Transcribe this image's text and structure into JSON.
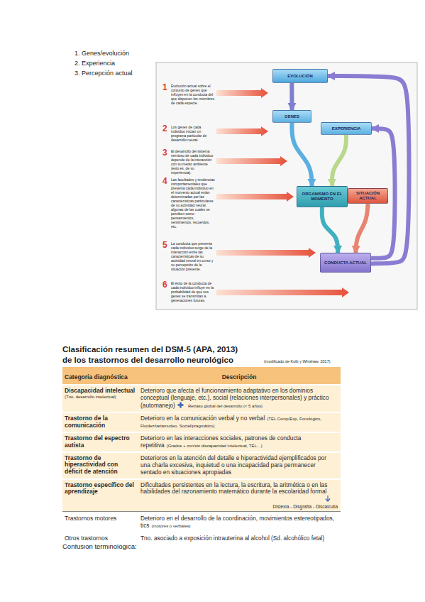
{
  "diagram": {
    "nodes": [
      {
        "text": [
          "EVOLUCIÓN"
        ]
      },
      {
        "text": [
          "GENES"
        ]
      },
      {
        "text": [
          "EXPERIENCIA"
        ]
      },
      {
        "text": [
          "ORGANISMO EN EL MOMENTO"
        ]
      },
      {
        "text": [
          "SITUACIÓN ACTUAL"
        ]
      },
      {
        "text": [
          "CONDUCTA ACTUAL"
        ]
      }
    ],
    "edges": [
      {
        "from": 0,
        "to": 1,
        "arrow": "to"
      },
      {
        "from": 1,
        "to": 3,
        "arrow": "to"
      },
      {
        "from": 2,
        "to": 3,
        "arrow": "to"
      },
      {
        "from": 3,
        "to": 5,
        "arrow": "to"
      },
      {
        "from": 4,
        "to": 5,
        "arrow": "to"
      },
      {
        "from": 5,
        "to": 0,
        "arrow": "to"
      },
      {
        "from": 5,
        "to": 2,
        "arrow": "to"
      }
    ],
    "labels": [
      "1. Genes/evolución",
      "2. Experiencia",
      "3. Percepción actual",
      "1",
      "Evolución actual sobre el conjunto de genes que influyen en la conducta del que disponen los miembros de cada especie.",
      "2",
      "Los genes de cada individuo inician un programa particular de desarrollo neural.",
      "3",
      "El desarrollo del sistema nervioso de cada individuo depende de la interacción con su medio ambiente (esto es, de su experiencia).",
      "4",
      "Las facultades y tendencias comportamentales que presenta cada individuo en el momento actual están determinadas por las características particulares de su actividad neural, algunas de las cuales se perciben como pensamientos, sentimientos, recuerdos, etc.",
      "5",
      "La conducta que presenta cada individuo surge de la interacción entre las características de su actividad neural en curso y su percepción de la situación presente.",
      "6",
      "El éxito de la conducta de cada individuo influye en la probabilidad de que sus genes se transmitan a generaciones futuras.",
      "Clasificación resumen del DSM-5 (APA, 2013)",
      "de los trastornos del desarrollo neurológico",
      "(modificado de Kolb y Whishaw, 2017)",
      "Categoría diagnóstica",
      "Descripción",
      "Discapacidad intelectual",
      "(Tno. desarrollo intelectual)",
      "Deterioro que afecta el funcionamiento adaptativo en los dominios conceptual (lenguaje, etc.), social (relaciones interpersonales) y práctico (automanejo)",
      "Retraso global del desarrollo (< 5 años)",
      "Trastorno de la comunicación",
      "Deterioro en la comunicación verbal y no verbal",
      "(TEL Comp/Exp, Fonológico, Fluidez/tartamudeo, Social/pragmático)",
      "Trastorno del espectro autista",
      "Deterioro en las interacciones sociales, patrones de conducta repetitiva",
      "(Grados + con/sin discapacidad intelectual, TEL…)",
      "Trastorno de hiperactividad con déficit de atención",
      "Deterioros en la atención del detalle e hiperactividad ejemplificados por una charla excesiva, inquietud o una incapacidad para permanecer sentado en situaciones apropiadas",
      "Trastorno específico del aprendizaje",
      "Dificultades persistentes en la lectura, la escritura, la aritmética o en las habilidades del razonamiento matemático durante la escolaridad formal",
      "Dislexia - Disgrafía - Discalculia",
      "Trastornos motores",
      "Deterioro en el desarrollo de la coordinación, movimientos estereotipados, tics",
      "(motores o verbales)",
      "Otros trastornos",
      "Tno. asociado a exposición intrauterina al alcohol (Sd. alcohólico fetal)",
      "Confusión terminológica:"
    ]
  }
}
